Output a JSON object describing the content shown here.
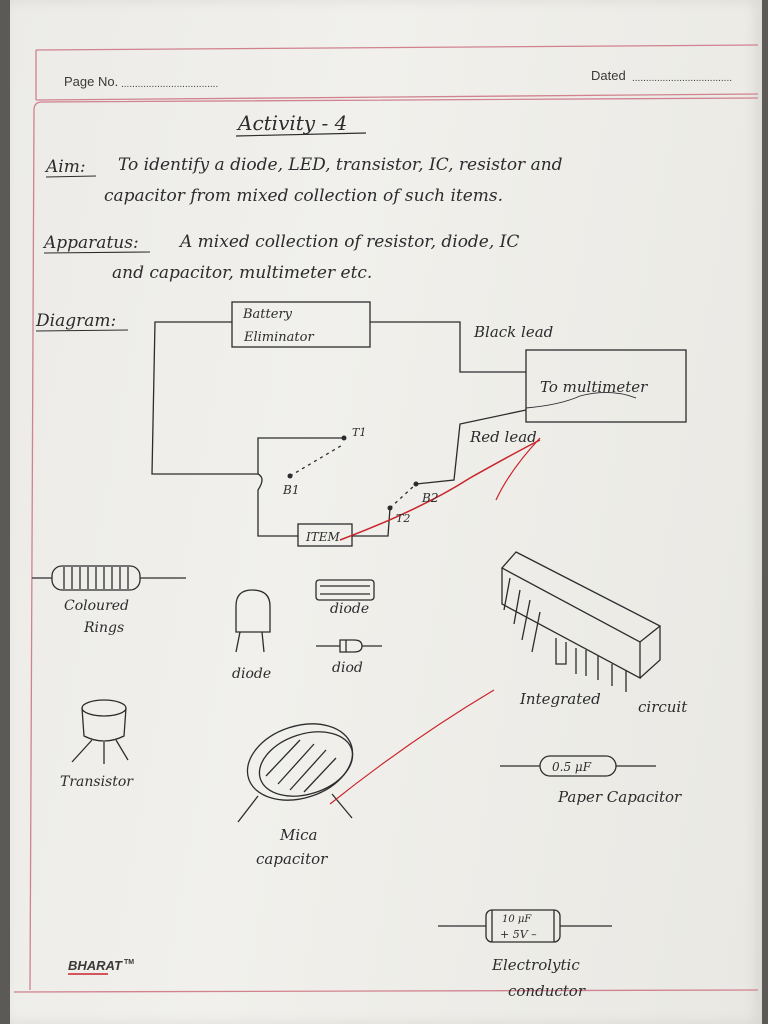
{
  "header": {
    "page_no_label": "Page No.",
    "page_no_dots": "...................................",
    "dated_label": "Dated",
    "dated_dots": "...................................."
  },
  "title": "Activity - 4",
  "aim": {
    "label": "Aim:",
    "line1": "To identify a diode, LED, transistor, IC, resistor and",
    "line2": "capacitor from mixed collection of such items."
  },
  "apparatus": {
    "label": "Apparatus:",
    "line1": "A mixed collection of resistor, diode, IC",
    "line2": "and capacitor, multimeter etc."
  },
  "diagram": {
    "label": "Diagram:",
    "battery_line1": "Battery",
    "battery_line2": "Eliminator",
    "black_lead": "Black lead",
    "multimeter": "To multimeter",
    "red_lead": "Red lead",
    "t1": "T1",
    "b1": "B1",
    "b2": "B2",
    "t2": "T2",
    "item": "ITEM"
  },
  "components": {
    "resistor_line1": "Coloured",
    "resistor_line2": "Rings",
    "diode_led": "diode",
    "diode_bar": "diode",
    "diode_small": "diod",
    "ic_line1": "Integrated",
    "ic_line2": "circuit",
    "transistor": "Transistor",
    "mica_line1": "Mica",
    "mica_line2": "capacitor",
    "paper_cap_value": "0.5 μF",
    "paper_cap_line1": "Paper Capacitor",
    "electrolytic_value1": "10 μF",
    "electrolytic_value2": "+ 5V –",
    "electrolytic_line1": "Electrolytic",
    "electrolytic_line2": "conductor"
  },
  "footer": {
    "brand": "BHARAT",
    "tm": "TM"
  },
  "colors": {
    "margin_line": "#d0828f",
    "ink": "#2c2c2e",
    "red_ink": "#c8242a"
  }
}
